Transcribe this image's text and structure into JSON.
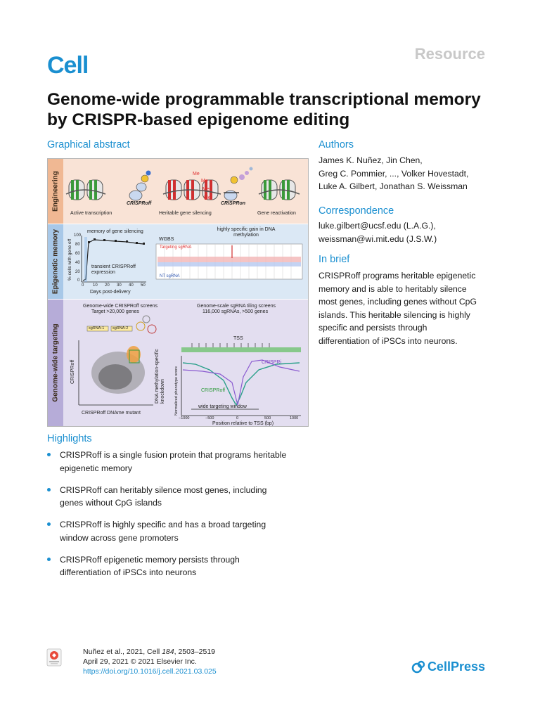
{
  "header": {
    "journal": "Cell",
    "article_type": "Resource"
  },
  "title": "Genome-wide programmable transcriptional memory by CRISPR-based epigenome editing",
  "graphical_abstract": {
    "heading": "Graphical abstract",
    "engineering": {
      "side_label": "Engineering",
      "crisproff_label": "CRISPRoff",
      "crispron_label": "CRISPRon",
      "me_label": "Me",
      "captions": [
        "Active transcription",
        "Heritable gene silencing",
        "Gene reactivation"
      ]
    },
    "epigenetic_memory": {
      "side_label": "Epigenetic memory",
      "memory_title": "memory of gene silencing",
      "ylabel": "% cells with gene off",
      "yticks": [
        "100",
        "80",
        "60",
        "40",
        "20",
        "0"
      ],
      "xticks": [
        "0",
        "10",
        "20",
        "30",
        "40",
        "50"
      ],
      "xlabel": "Days post-delivery",
      "transient_label": "transient CRISPRoff expression",
      "wgbs_title": "highly specific gain in DNA methylation",
      "wgbs_label": "WGBS",
      "targeting_label": "Targeting sgRNA",
      "nt_label": "NT sgRNA"
    },
    "targeting": {
      "side_label": "Genome-wide targeting",
      "screens_title_1": "Genome-wide CRISPRoff screens",
      "screens_title_2": "Target >20,000 genes",
      "tiling_title_1": "Genome-scale sgRNA tiling screens",
      "tiling_title_2": "116,000 sgRNAs, >500 genes",
      "sgrna1": "sgRNA-1",
      "sgrna2": "sgRNA-2",
      "scatter_ylabel": "CRISPRoff",
      "scatter_xlabel": "CRISPRoff DNAme mutant",
      "right_ylabel": "DNA methylation-specific knockdown",
      "tss_label": "TSS",
      "crispri_label": "CRISPRi",
      "crisproff_label": "CRISPRoff",
      "window_label": "wide targeting window",
      "phenotype_ylabel": "Normalized phenotype score",
      "xticks": [
        "−1000",
        "−500",
        "0",
        "500",
        "1000"
      ],
      "xlabel": "Position relative to TSS (bp)"
    }
  },
  "authors": {
    "heading": "Authors",
    "lines": [
      "James K. Nuñez, Jin Chen,",
      "Greg C. Pommier, ..., Volker Hovestadt,",
      "Luke A. Gilbert, Jonathan S. Weissman"
    ]
  },
  "correspondence": {
    "heading": "Correspondence",
    "lines": [
      "luke.gilbert@ucsf.edu (L.A.G.),",
      "weissman@wi.mit.edu (J.S.W.)"
    ]
  },
  "in_brief": {
    "heading": "In brief",
    "lines": [
      "CRISPRoff programs heritable epigenetic",
      "memory and is able to heritably silence",
      "most genes, including genes without CpG",
      "islands. This heritable silencing is highly",
      "specific and persists through",
      "differentiation of iPSCs into neurons."
    ]
  },
  "highlights": {
    "heading": "Highlights",
    "items": [
      [
        "CRISPRoff is a single fusion protein that programs heritable",
        "epigenetic memory"
      ],
      [
        "CRISPRoff can heritably silence most genes, including",
        "genes without CpG islands"
      ],
      [
        "CRISPRoff is highly specific and has a broad targeting",
        "window across gene promoters"
      ],
      [
        "CRISPRoff epigenetic memory persists through",
        "differentiation of iPSCs into neurons"
      ]
    ]
  },
  "footer": {
    "citation_prefix": "Nuñez et al., 2021, Cell ",
    "volume": "184",
    "pages": ", 2503–2519",
    "date_line": "April 29, 2021 © 2021 Elsevier Inc.",
    "doi": "https://doi.org/10.1016/j.cell.2021.03.025",
    "publisher": "CellPress"
  },
  "colors": {
    "accent": "#1a8fd0",
    "engineering_bg": "#f9e3d6",
    "memory_bg": "#dbe8f5",
    "targeting_bg": "#e3def0"
  }
}
